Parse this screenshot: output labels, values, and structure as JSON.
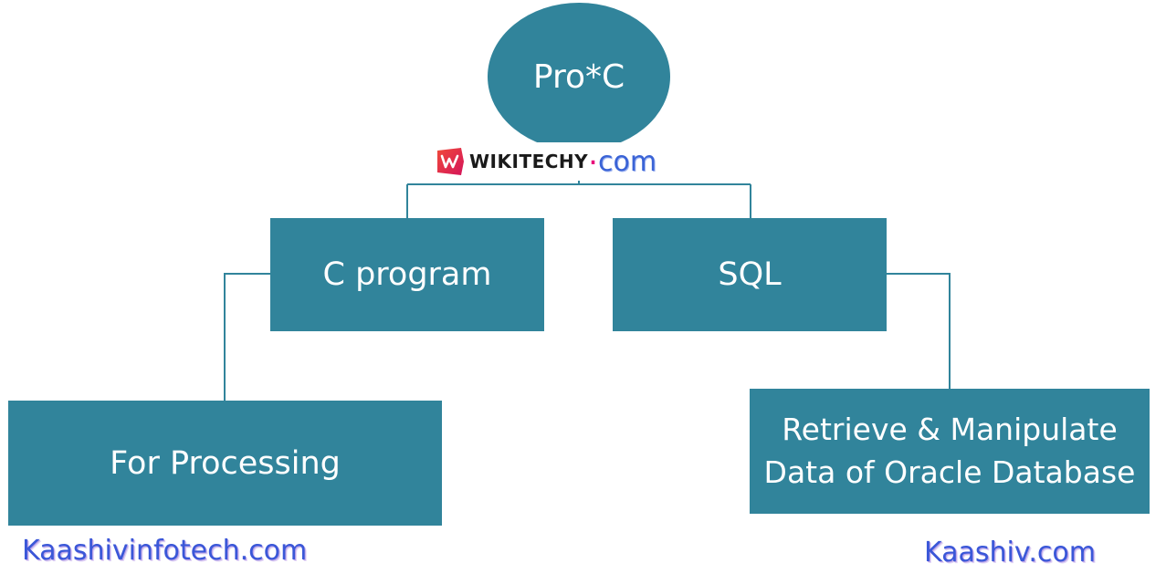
{
  "colors": {
    "node_fill": "#31849b",
    "node_text": "#ffffff",
    "connector": "#31849b",
    "footer_text": "#3a57d8"
  },
  "nodes": {
    "root": "Pro*C",
    "c_program": "C program",
    "sql": "SQL",
    "processing": "For Processing",
    "oracle_line1": "Retrieve & Manipulate",
    "oracle_line2": "Data of Oracle Database"
  },
  "watermark": {
    "icon": "wikitechy-logo-icon",
    "brand": "WIKITECHY",
    "dot": ".",
    "suffix": "com"
  },
  "footer": {
    "left": "Kaashivinfotech.com",
    "right": "Kaashiv.com"
  }
}
